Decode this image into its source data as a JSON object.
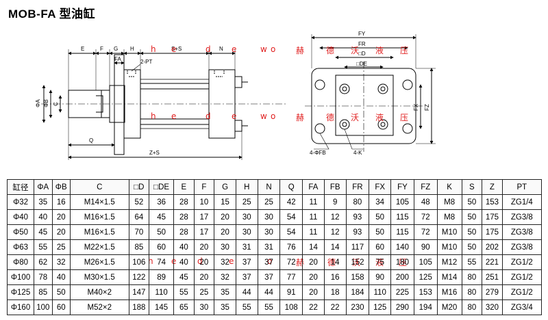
{
  "title": "MOB-FA 型油缸",
  "side_view": {
    "dims": {
      "e": "E",
      "f": "F",
      "g": "G",
      "h": "H",
      "s_s": "S+S",
      "n": "N",
      "fa": "FA",
      "pt": "2-PT",
      "phi_a": "ΦA",
      "phi_b": "ΦB",
      "c": "C",
      "q": "Q",
      "z_s": "Z+S"
    }
  },
  "end_view": {
    "dims": {
      "fy": "FY",
      "fr": "FR",
      "d": "□D",
      "de": "□DE",
      "fx": "FX",
      "fz": "FZ",
      "fb": "4-ΦFB",
      "k": "4-K"
    }
  },
  "watermark": [
    "h",
    "e",
    "d",
    "e",
    "w",
    "o",
    "赫",
    "德",
    "沃",
    "液",
    "压"
  ],
  "table": {
    "headers": [
      "缸径",
      "ΦA",
      "ΦB",
      "C",
      "□D",
      "□DE",
      "E",
      "F",
      "G",
      "H",
      "N",
      "Q",
      "FA",
      "FB",
      "FR",
      "FX",
      "FY",
      "FZ",
      "K",
      "S",
      "Z",
      "PT"
    ],
    "rows": [
      [
        "Φ32",
        "35",
        "16",
        "M14×1.5",
        "52",
        "36",
        "28",
        "10",
        "15",
        "25",
        "25",
        "42",
        "11",
        "9",
        "80",
        "34",
        "105",
        "48",
        "M8",
        "50",
        "153",
        "ZG1/4"
      ],
      [
        "Φ40",
        "40",
        "20",
        "M16×1.5",
        "64",
        "45",
        "28",
        "17",
        "20",
        "30",
        "30",
        "54",
        "11",
        "12",
        "93",
        "50",
        "115",
        "72",
        "M8",
        "50",
        "175",
        "ZG3/8"
      ],
      [
        "Φ50",
        "45",
        "20",
        "M16×1.5",
        "70",
        "50",
        "28",
        "17",
        "20",
        "30",
        "30",
        "54",
        "11",
        "12",
        "93",
        "50",
        "115",
        "72",
        "M10",
        "50",
        "175",
        "ZG3/8"
      ],
      [
        "Φ63",
        "55",
        "25",
        "M22×1.5",
        "85",
        "60",
        "40",
        "20",
        "30",
        "31",
        "31",
        "76",
        "14",
        "14",
        "117",
        "60",
        "140",
        "90",
        "M10",
        "50",
        "202",
        "ZG3/8"
      ],
      [
        "Φ80",
        "62",
        "32",
        "M26×1.5",
        "106",
        "74",
        "40",
        "20",
        "32",
        "37",
        "37",
        "72",
        "20",
        "14",
        "152",
        "75",
        "180",
        "105",
        "M12",
        "55",
        "221",
        "ZG1/2"
      ],
      [
        "Φ100",
        "78",
        "40",
        "M30×1.5",
        "122",
        "89",
        "45",
        "20",
        "32",
        "37",
        "37",
        "77",
        "20",
        "16",
        "158",
        "90",
        "200",
        "125",
        "M14",
        "80",
        "251",
        "ZG1/2"
      ],
      [
        "Φ125",
        "85",
        "50",
        "M40×2",
        "147",
        "110",
        "55",
        "25",
        "35",
        "44",
        "44",
        "91",
        "20",
        "18",
        "184",
        "110",
        "225",
        "153",
        "M16",
        "80",
        "279",
        "ZG1/2"
      ],
      [
        "Φ160",
        "100",
        "60",
        "M52×2",
        "188",
        "145",
        "65",
        "30",
        "35",
        "55",
        "55",
        "108",
        "22",
        "22",
        "230",
        "125",
        "290",
        "194",
        "M20",
        "80",
        "320",
        "ZG3/4"
      ]
    ]
  }
}
